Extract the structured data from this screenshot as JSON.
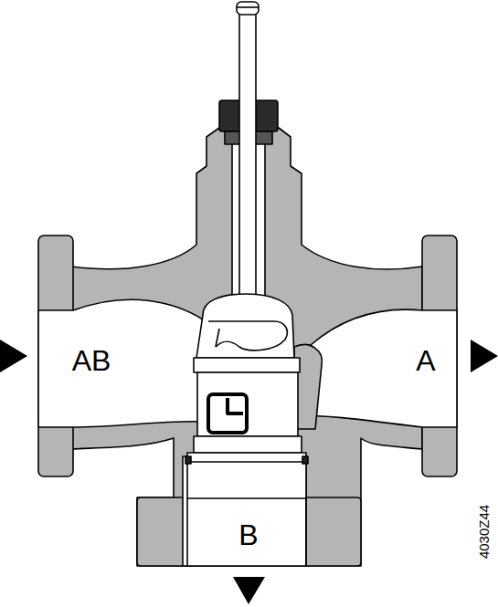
{
  "diagram": {
    "labels": [
      "AB",
      "A",
      "B",
      "4030Z44"
    ]
  }
}
